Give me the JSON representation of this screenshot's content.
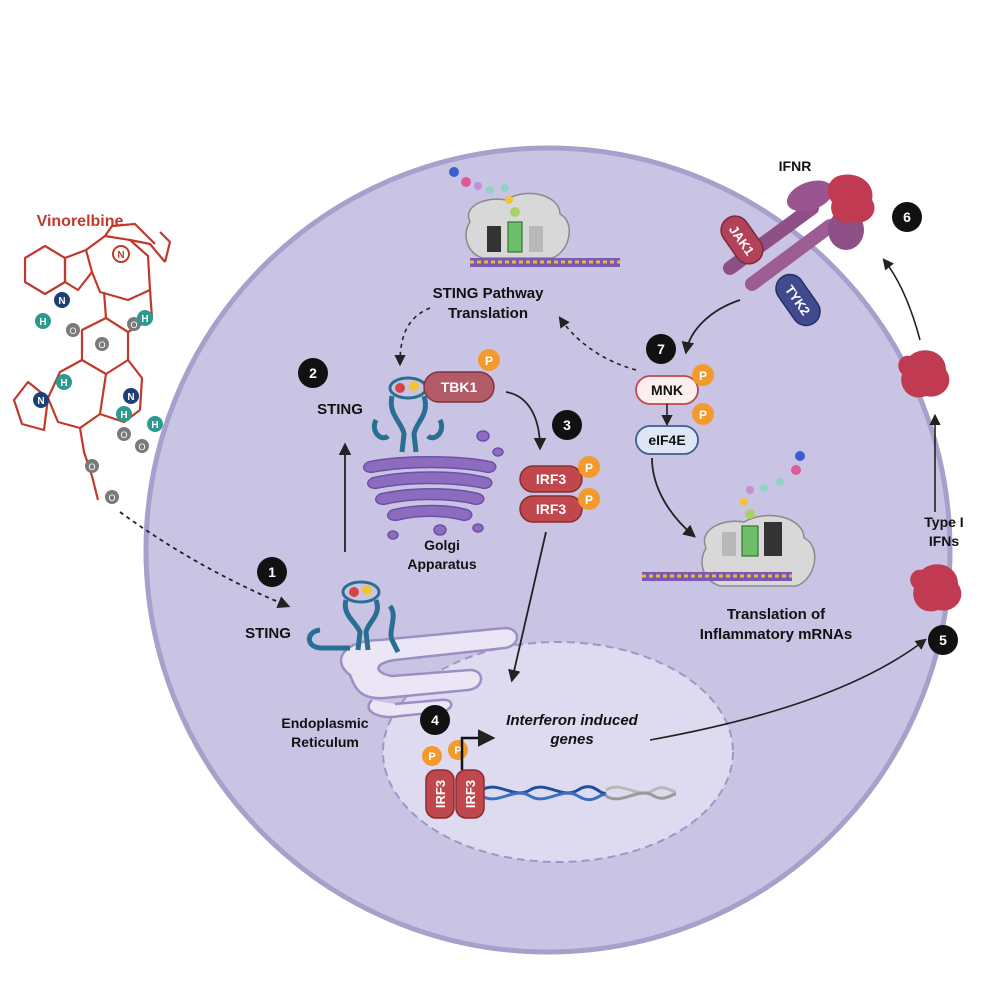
{
  "drug": {
    "name": "Vinorelbine"
  },
  "steps": [
    "1",
    "2",
    "3",
    "4",
    "5",
    "6",
    "7"
  ],
  "labels": {
    "sting_er": "STING",
    "sting_golgi": "STING",
    "er_line1": "Endoplasmic",
    "er_line2": "Reticulum",
    "golgi_line1": "Golgi",
    "golgi_line2": "Apparatus",
    "sting_translation_line1": "STING Pathway",
    "sting_translation_line2": "Translation",
    "infl_line1": "Translation of",
    "infl_line2": "Inflammatory mRNAs",
    "ifn_line1": "Type I",
    "ifn_line2": "IFNs",
    "ifnr": "IFNR",
    "genes_line1": "Interferon induced",
    "genes_line2": "genes"
  },
  "proteins": {
    "tbk1": "TBK1",
    "irf3": "IRF3",
    "mnk": "MNK",
    "eif4e": "eIF4E",
    "jak1": "JAK1",
    "tyk2": "TYK2",
    "phospho": "P"
  },
  "atoms": {
    "n": "N",
    "h": "H",
    "o": "O"
  },
  "colors": {
    "cell": "#c9c4e4",
    "cell_border": "#a39cc8",
    "nucleus": "#dcd8ee",
    "drug": "#c0392b",
    "irf3": "#c0474b",
    "tbk1": "#b25a66",
    "phospho": "#f39a2c",
    "sting": "#2a6f93",
    "golgi": "#8b6cbf",
    "ribosome": "#d7d7d7",
    "ifn": "#c03a52",
    "ifnr": "#8e4f86",
    "jak1": "#b2415a",
    "tyk2": "#424a8f"
  }
}
